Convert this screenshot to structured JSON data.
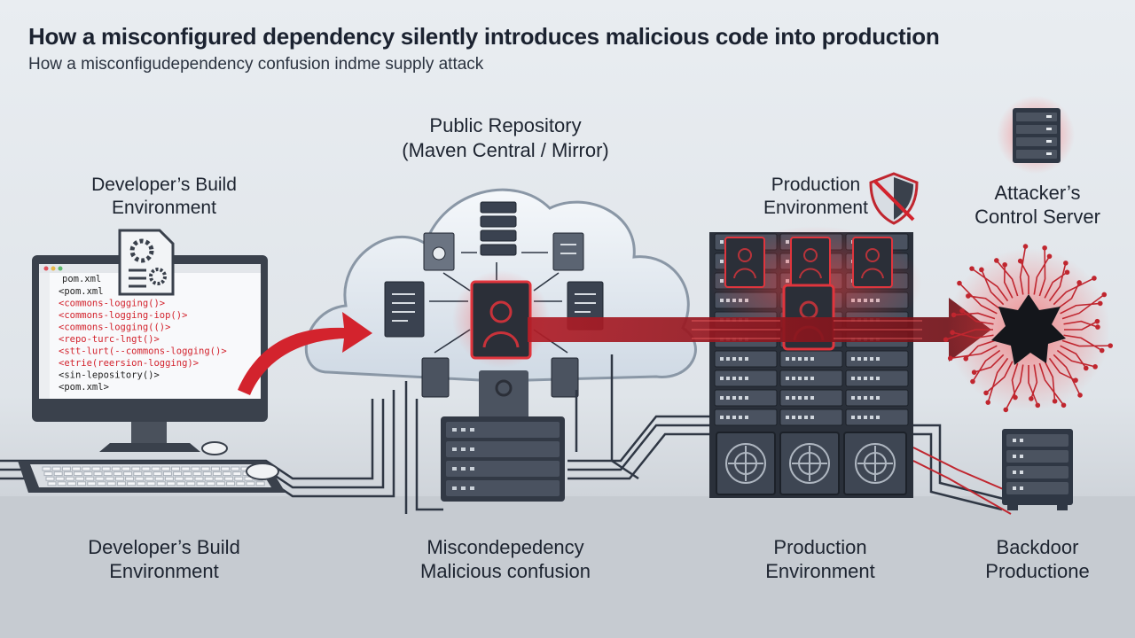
{
  "header": {
    "title": "How a misconfigured dependency silently introduces malicious code into production",
    "subtitle": "How a misconfigudependency confusion indme supply attack"
  },
  "nodes": {
    "developer_top": "Developer’s Build\nEnvironment",
    "repository_title": "Public Repository",
    "repository_subtitle": "(Maven Central / Mirror)",
    "production_top": "Production\nEnvironment",
    "attacker": "Attacker’s\nControl Server"
  },
  "bottom_labels": {
    "developer": "Developer’s Build\nEnvironment",
    "dependency": "Miscondepedency\nMalicious confusion",
    "production": "Production\nEnvironment",
    "backdoor": "Backdoor\nProductione"
  },
  "code_editor": {
    "filename": "pom.xml",
    "lines": [
      "<pom.xml",
      "  <commons-logging()>",
      "  <commons-logging-iop()>",
      "  <commons-logging(()>",
      "  <repo-turc-lngt()>",
      "  <stt-lurt(--commons-logging()>",
      "  <etrie(reersion-logging)>",
      "  <sin-lepository()>",
      "  <pom.xml>"
    ],
    "highlighted_lines": [
      1,
      2,
      3,
      4,
      5,
      6
    ]
  },
  "colors": {
    "accent_red": "#d3232d",
    "dark_navy": "#2f3744",
    "server_dark": "#3b4350",
    "glow_red": "#ff3b3b"
  }
}
